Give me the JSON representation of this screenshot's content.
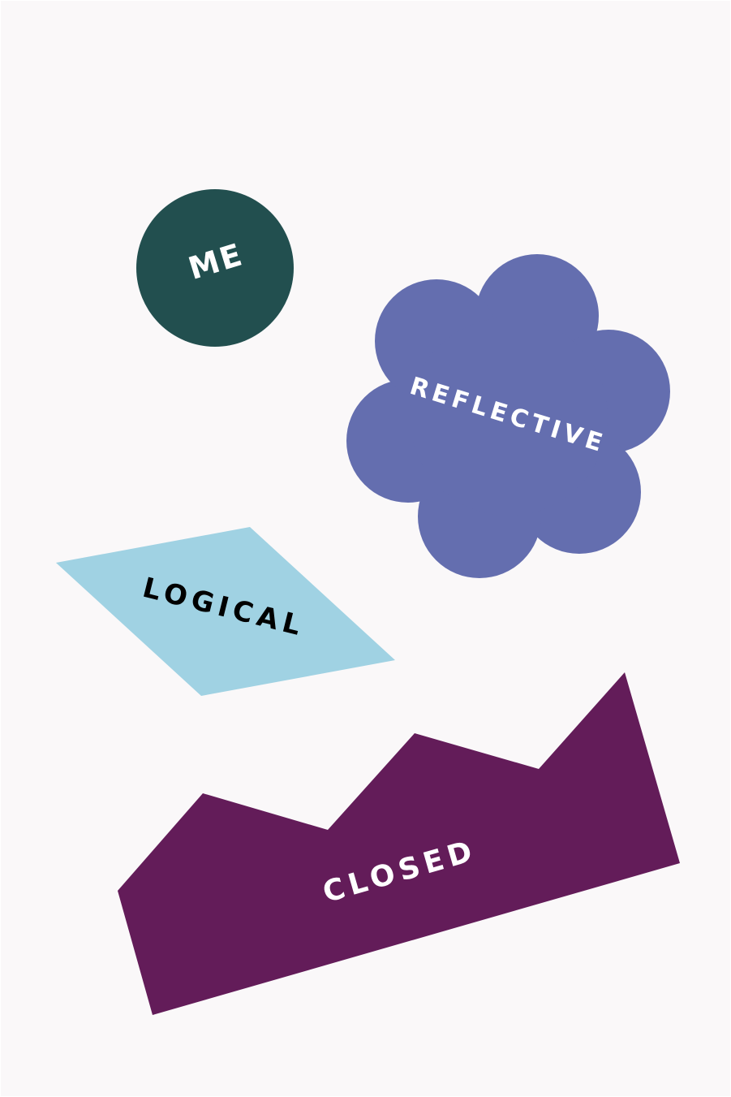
{
  "stickers": {
    "me": {
      "label": "ME",
      "fill": "#224f4f",
      "text_color": "#ffffff"
    },
    "reflective": {
      "label": "REFLECTIVE",
      "fill": "#646eaf",
      "text_color": "#ffffff"
    },
    "logical": {
      "label": "LOGICAL",
      "fill": "#a0d2e3",
      "text_color": "#000000"
    },
    "closed": {
      "label": "CLOSED",
      "fill": "#631c59",
      "text_color": "#ffffff"
    }
  },
  "background": "#faf8f9"
}
